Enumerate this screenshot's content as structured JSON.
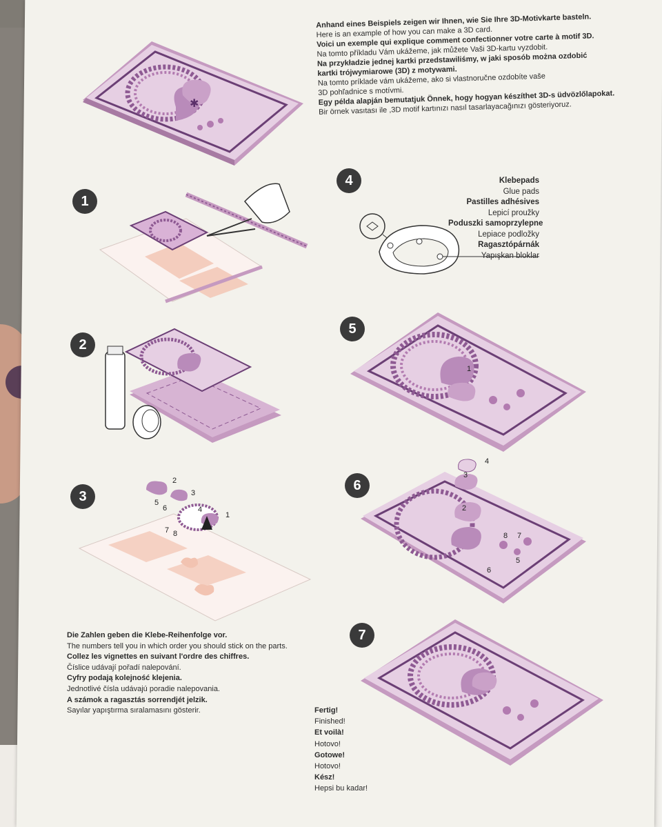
{
  "intro": {
    "lines": [
      {
        "text": "Anhand eines Beispiels zeigen wir Ihnen, wie Sie Ihre 3D-Motivkarte basteln.",
        "bold": true
      },
      {
        "text": "Here is an example of how you can make a 3D card.",
        "bold": false
      },
      {
        "text": "Voici un exemple qui explique comment confectionner votre carte à motif 3D.",
        "bold": true
      },
      {
        "text": "Na tomto příkladu Vám ukážeme, jak můžete Vaši 3D-kartu vyzdobit.",
        "bold": false
      },
      {
        "text": "Na przykładzie jednej kartki przedstawiliśmy, w jaki sposób można ozdobić",
        "bold": true
      },
      {
        "text": "kartki trójwymiarowe (3D) z motywami.",
        "bold": true
      },
      {
        "text": "Na tomto príklade vám ukážeme, ako si vlastnoručne ozdobíte vaše",
        "bold": false
      },
      {
        "text": "3D pohľadnice s motívmi.",
        "bold": false
      },
      {
        "text": "Egy példa alapján bemutatjuk Önnek, hogy hogyan készíthet 3D-s üdvözlőlapokat.",
        "bold": true
      },
      {
        "text": "Bir örnek vasıtası ile ,3D motif kartınızı nasıl tasarlayacağınızı gösteriyoruz.",
        "bold": false
      }
    ]
  },
  "steps": {
    "s1": "1",
    "s2": "2",
    "s3": "3",
    "s4": "4",
    "s5": "5",
    "s6": "6",
    "s7": "7"
  },
  "glue_pads": {
    "lines": [
      {
        "text": "Klebepads",
        "bold": true
      },
      {
        "text": "Glue pads",
        "bold": false
      },
      {
        "text": "Pastilles adhésives",
        "bold": true
      },
      {
        "text": "Lepicí proužky",
        "bold": false
      },
      {
        "text": "Poduszki samoprzylepne",
        "bold": true
      },
      {
        "text": "Lepiace podložky",
        "bold": false
      },
      {
        "text": "Ragasztópárnák",
        "bold": true
      },
      {
        "text": "Yapışkan bloklar",
        "bold": false
      }
    ]
  },
  "numbers_note": {
    "lines": [
      {
        "text": "Die Zahlen geben die Klebe-Reihenfolge vor.",
        "bold": true
      },
      {
        "text": "The numbers tell you in which order you should stick on the parts.",
        "bold": false
      },
      {
        "text": "Collez les vignettes en suivant l'ordre des chiffres.",
        "bold": true
      },
      {
        "text": "Číslice udávají pořadí nalepování.",
        "bold": false
      },
      {
        "text": "Cyfry podają kolejność klejenia.",
        "bold": true
      },
      {
        "text": "Jednotlivé čísla udávajú poradie nalepovania.",
        "bold": false
      },
      {
        "text": "A számok a ragasztás sorrendjét jelzik.",
        "bold": true
      },
      {
        "text": "Sayılar yapıştırma sıralamasını gösterir.",
        "bold": false
      }
    ]
  },
  "finished": {
    "lines": [
      {
        "text": "Fertig!",
        "bold": true
      },
      {
        "text": "Finished!",
        "bold": false
      },
      {
        "text": "Et voilà!",
        "bold": true
      },
      {
        "text": "Hotovo!",
        "bold": false
      },
      {
        "text": "Gotowe!",
        "bold": true
      },
      {
        "text": "Hotovo!",
        "bold": false
      },
      {
        "text": "Kész!",
        "bold": true
      },
      {
        "text": "Hepsi bu kadar!",
        "bold": false
      }
    ]
  },
  "diagram_labels": {
    "s3_parts": [
      "2",
      "3",
      "5",
      "6",
      "4",
      "1",
      "7",
      "8"
    ],
    "s5_parts": [
      "1"
    ],
    "s6_parts": [
      "4",
      "3",
      "2",
      "8",
      "7",
      "6",
      "5"
    ]
  },
  "colors": {
    "card_light": "#e6cfe3",
    "card_mid": "#c59ac0",
    "card_dark": "#7a4d84",
    "flower": "#b27bb0",
    "peach": "#f2c3b1",
    "step_circle": "#3a3a3a"
  }
}
